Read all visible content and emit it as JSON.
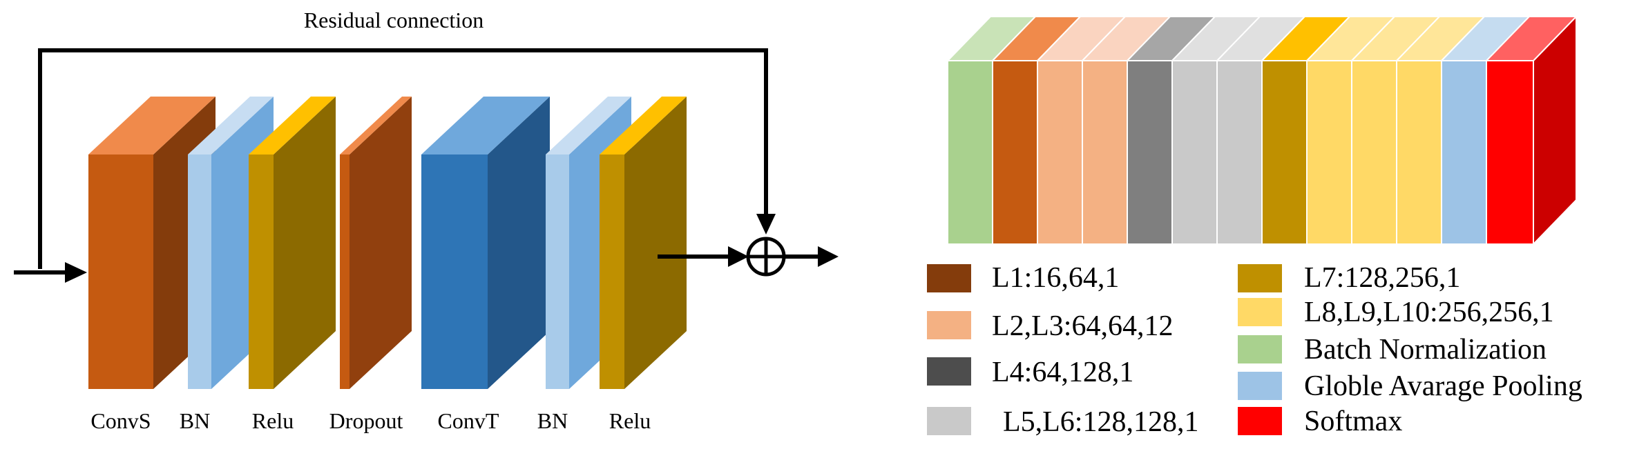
{
  "residual": {
    "title": "Residual connection"
  },
  "block_labels": {
    "convS": "ConvS",
    "bn1": "BN",
    "relu1": "Relu",
    "dropout": "Dropout",
    "convT": "ConvT",
    "bn2": "BN",
    "relu2": "Relu"
  },
  "legend": [
    {
      "key": "l1",
      "label": "L1:16,64,1",
      "color": "#843C0C"
    },
    {
      "key": "l2l3",
      "label": "L2,L3:64,64,12",
      "color": "#F4B183"
    },
    {
      "key": "l4",
      "label": "L4:64,128,1",
      "color": "#4D4D4D"
    },
    {
      "key": "l5l6",
      "label": "L5,L6:128,128,1",
      "color": "#C9C9C9"
    },
    {
      "key": "l7",
      "label": "L7:128,256,1",
      "color": "#BF9000"
    },
    {
      "key": "l8l10",
      "label": "L8,L9,L10:256,256,1",
      "color": "#FFD966"
    },
    {
      "key": "bnorm",
      "label": "Batch Normalization",
      "color": "#A9D18E"
    },
    {
      "key": "gap",
      "label": "Globle Avarage Pooling",
      "color": "#9DC3E6"
    },
    {
      "key": "softmax",
      "label": "Softmax",
      "color": "#FF0000"
    }
  ]
}
